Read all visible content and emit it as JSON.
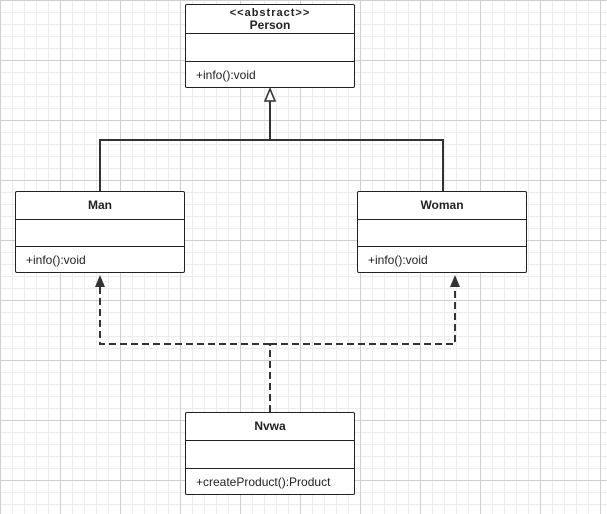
{
  "diagram": {
    "classes": {
      "person": {
        "stereotype": "<<abstract>>",
        "name": "Person",
        "attributes": "",
        "operations": "+info():void"
      },
      "man": {
        "name": "Man",
        "attributes": "",
        "operations": "+info():void"
      },
      "woman": {
        "name": "Woman",
        "attributes": "",
        "operations": "+info():void"
      },
      "nvwa": {
        "name": "Nvwa",
        "attributes": "",
        "operations": "+createProduct():Product"
      }
    },
    "relationships": [
      {
        "type": "generalization",
        "from": "Man",
        "to": "Person"
      },
      {
        "type": "generalization",
        "from": "Woman",
        "to": "Person"
      },
      {
        "type": "dependency",
        "from": "Nvwa",
        "to": "Man"
      },
      {
        "type": "dependency",
        "from": "Nvwa",
        "to": "Woman"
      }
    ],
    "colors": {
      "line": "#333333",
      "border": "#222222",
      "background": "#ffffff",
      "grid": "#cfcfcf"
    }
  }
}
